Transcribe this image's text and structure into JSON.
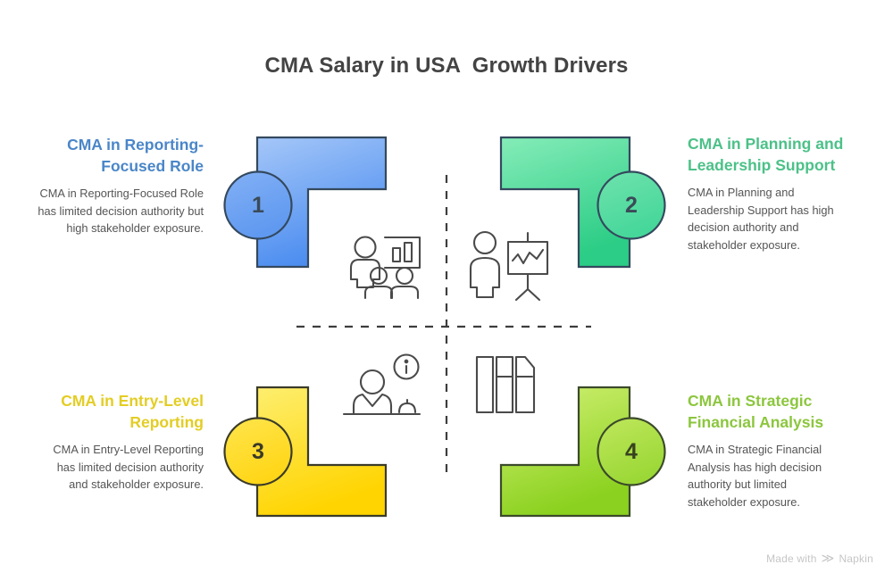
{
  "header": {
    "title": "CMA Salary in USA  Growth Drivers"
  },
  "diagram": {
    "type": "2x2-quadrant-matrix",
    "divider": "dashed-cross",
    "quadrants": [
      {
        "number": "1",
        "title": "CMA in Reporting-Focused Role",
        "description": "CMA in Reporting-Focused Role has limited decision authority but high stakeholder exposure.",
        "position": "top-left",
        "title_color": "#4a86c8",
        "shape_color_from": "#9dc2f5",
        "shape_color_to": "#4b8ef0",
        "badge_color": "#6fa3f2",
        "icon": "presenter-with-bar-chart-icon"
      },
      {
        "number": "2",
        "title": "CMA in Planning and Leadership Support",
        "description": "CMA in Planning and Leadership Support has high decision authority and stakeholder exposure.",
        "position": "top-right",
        "title_color": "#4cc188",
        "shape_color_from": "#7fe9b4",
        "shape_color_to": "#2fd08a",
        "badge_color": "#5fdca2",
        "icon": "person-with-flipchart-icon"
      },
      {
        "number": "3",
        "title": "CMA in Entry-Level Reporting",
        "description": "CMA in Entry-Level Reporting has limited decision authority and stakeholder exposure.",
        "position": "bottom-left",
        "title_color": "#e3cd24",
        "shape_color_from": "#fbe95c",
        "shape_color_to": "#ffd600",
        "badge_color": "#ffdd2e",
        "icon": "helpdesk-person-info-icon"
      },
      {
        "number": "4",
        "title": "CMA in Strategic Financial Analysis",
        "description": "CMA in Strategic Financial Analysis has high decision authority but limited stakeholder exposure.",
        "position": "bottom-right",
        "title_color": "#8cc63e",
        "shape_color_from": "#ccee6a",
        "shape_color_to": "#8fd223",
        "badge_color": "#a9dd4a",
        "icon": "books-archive-icon"
      }
    ]
  },
  "footer": {
    "made_with": "Made with",
    "brand": "Napkin",
    "glyph": "≫"
  }
}
